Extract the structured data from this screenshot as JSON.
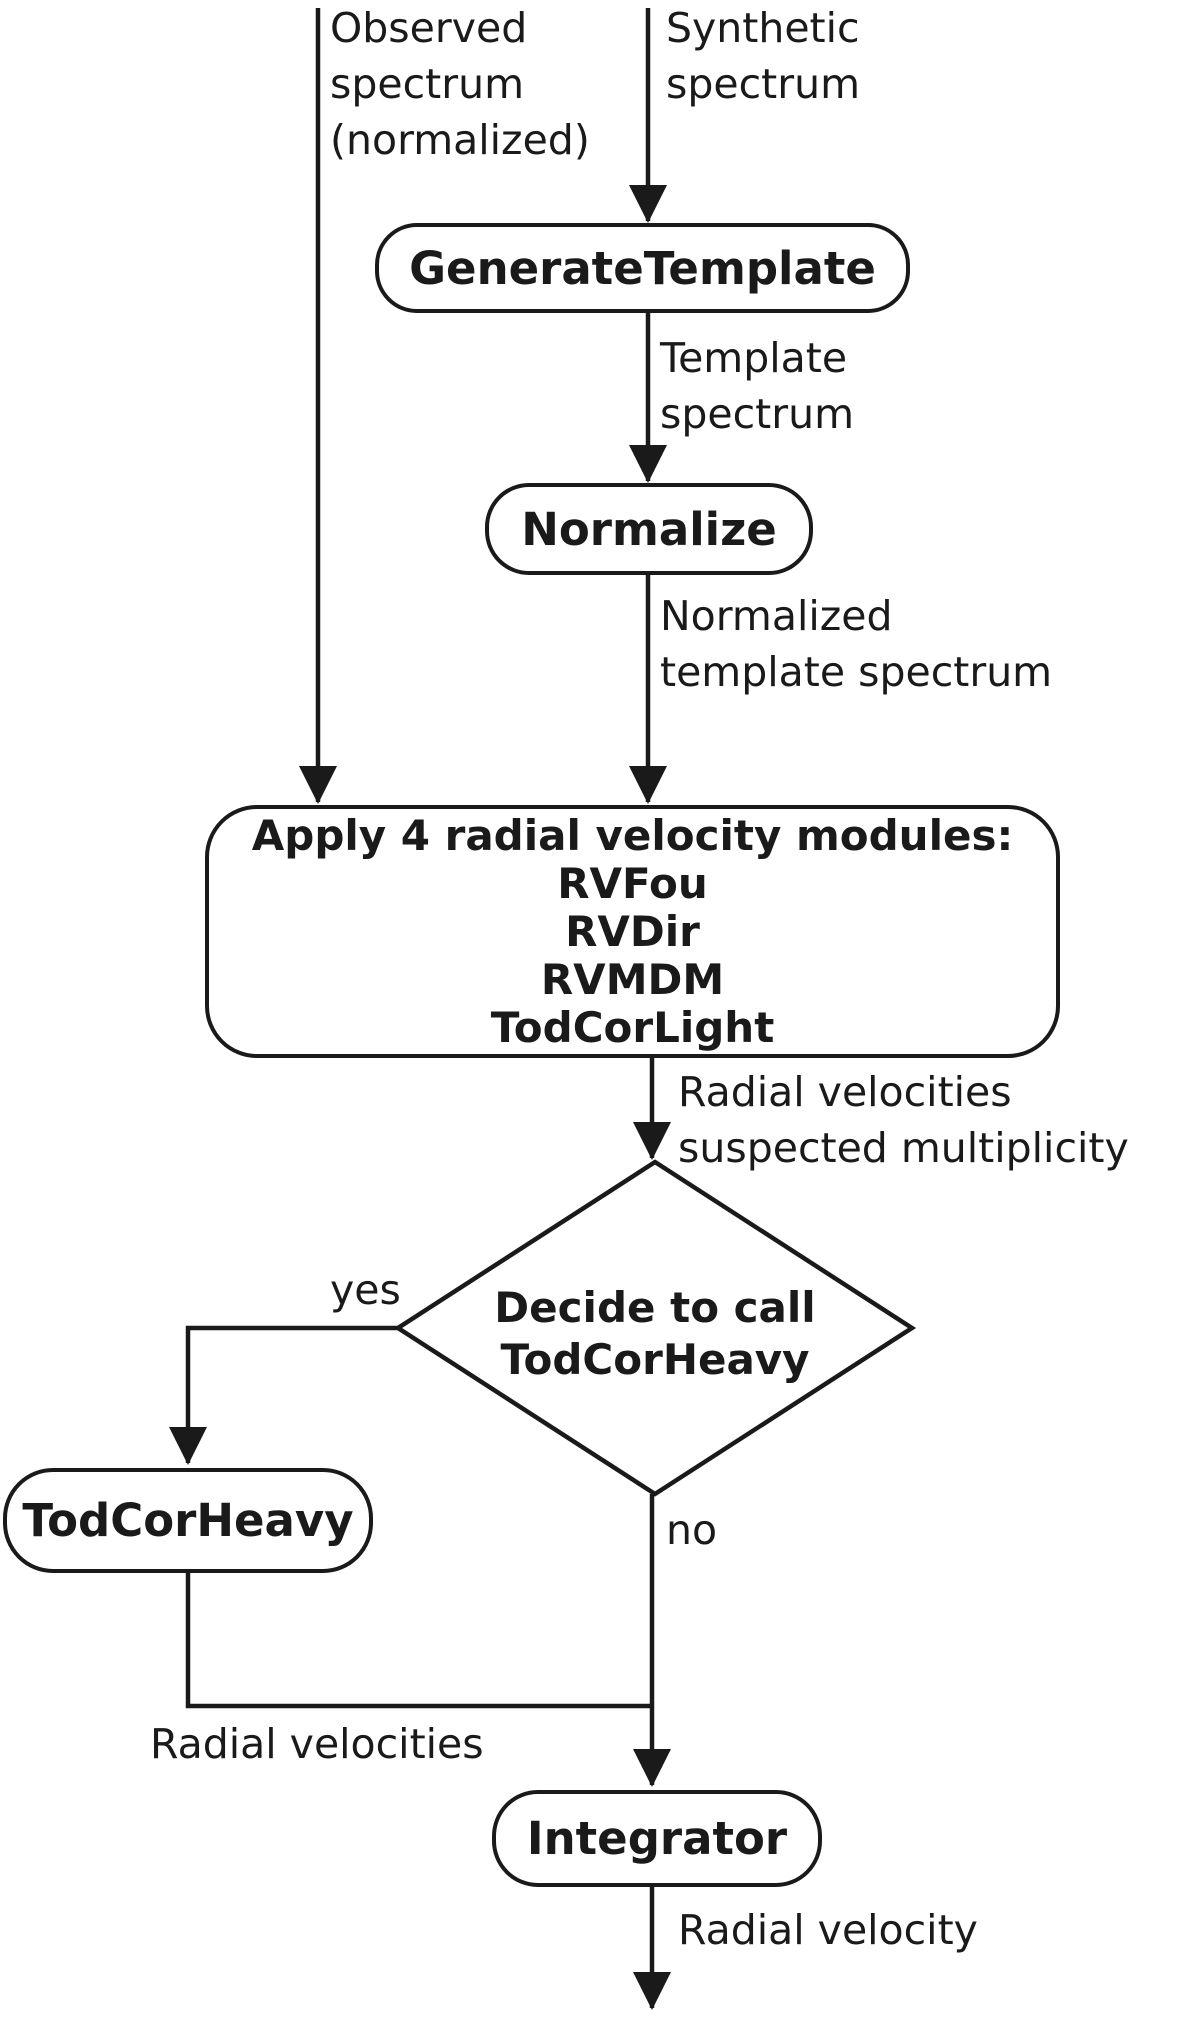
{
  "figure": {
    "type": "flowchart",
    "background": "#ffffff",
    "stroke_color": "#1a1a1a",
    "text_color": "#1a1a1a"
  },
  "inputs": {
    "observed": "Observed\nspectrum\n(normalized)",
    "synthetic": "Synthetic\nspectrum"
  },
  "nodes": {
    "generate_template": "GenerateTemplate",
    "normalize": "Normalize",
    "apply_modules": "Apply 4 radial velocity modules:\nRVFou\nRVDir\nRVMDM\nTodCorLight",
    "decision": "Decide to call\nTodCorHeavy",
    "todcorheavy": "TodCorHeavy",
    "integrator": "Integrator"
  },
  "edge_labels": {
    "template_spectrum": "Template\nspectrum",
    "normalized_template_spectrum": "Normalized\ntemplate spectrum",
    "radial_velocities_suspected": "Radial velocities\nsuspected multiplicity",
    "yes": "yes",
    "no": "no",
    "radial_velocities": "Radial velocities",
    "radial_velocity": "Radial velocity"
  }
}
